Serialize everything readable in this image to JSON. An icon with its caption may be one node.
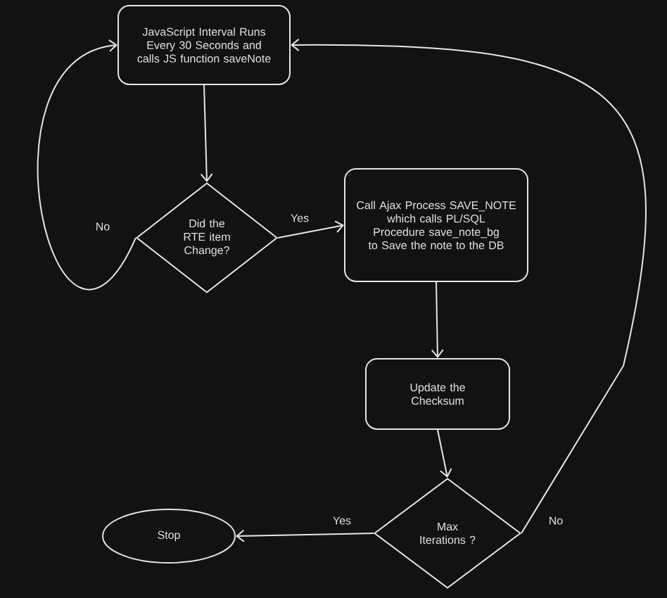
{
  "diagram": {
    "nodes": [
      {
        "text": [
          "JavaScript Interval Runs Every 30 Seconds and calls JS function saveNote"
        ]
      },
      {
        "text": [
          "Did the RTE item Change?"
        ]
      },
      {
        "text": [
          "Call Ajax Process SAVE_NOTE which calls PL/SQL Procedure save_note_bg to Save the note to the DB"
        ]
      },
      {
        "text": [
          "Update the Checksum"
        ]
      },
      {
        "text": [
          "Max Iterations ?"
        ]
      },
      {
        "text": [
          "Stop"
        ]
      }
    ],
    "edges": [
      {
        "from": 0,
        "to": 1,
        "arrow": "to"
      },
      {
        "from": 1,
        "to": 2,
        "arrow": "to",
        "label": "Yes"
      },
      {
        "from": 1,
        "to": 0,
        "arrow": "to",
        "label": "No"
      },
      {
        "from": 2,
        "to": 3,
        "arrow": "to"
      },
      {
        "from": 3,
        "to": 4,
        "arrow": "to"
      },
      {
        "from": 4,
        "to": 5,
        "arrow": "to",
        "label": "Yes"
      },
      {
        "from": 4,
        "to": 0,
        "arrow": "to",
        "label": "No"
      }
    ]
  }
}
